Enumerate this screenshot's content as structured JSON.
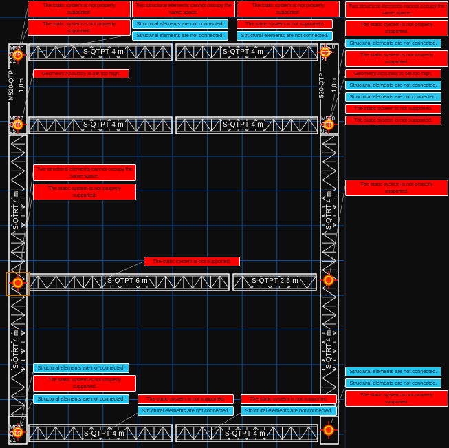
{
  "truss_labels": {
    "top_left": "S-QTPT 4 m",
    "top_right": "S-QTPT 4 m",
    "second_left": "S-QTPT 4 m",
    "second_right": "S-QTPT 4 m",
    "middle_left": "S-QTPT 6 m",
    "middle_right": "S-QTPT 2,5 m",
    "bottom_left": "S-QTPT 4 m",
    "bottom_right": "S-QTPT 4 m",
    "left_upper": "S-QTRT 4 m",
    "left_lower": "S-QTRT 4 m",
    "right_upper": "S-QTRT 4 m",
    "right_lower": "S-QTRT 4 m",
    "left_short": "M520-QTP",
    "left_short_len": "1,0m",
    "right_short": "520-QTP",
    "right_short_len": "1,0m",
    "corner_tl": "M520 QTP 21",
    "corner_tr": "M520 QTP 21",
    "corner_bl": "M520 QTP 21",
    "corner_ml": "M520 QTP 05",
    "corner_mr": "M520 QTP 05"
  },
  "messages": {
    "not_properly_supported": "The static system is  not properly supported.",
    "not_connected": "Structural elements  are  not connected.",
    "cannot_occupy": "Two structural elements cannot occupy the same space.",
    "not_supported": "The static system  is not supported.",
    "geometry_accuracy": "Geometry Accuracy  is set too high."
  },
  "colors": {
    "error": "#ff0000",
    "warning": "#22c4f0",
    "grid": "#0b4f9c",
    "background": "#0d0d0d"
  }
}
